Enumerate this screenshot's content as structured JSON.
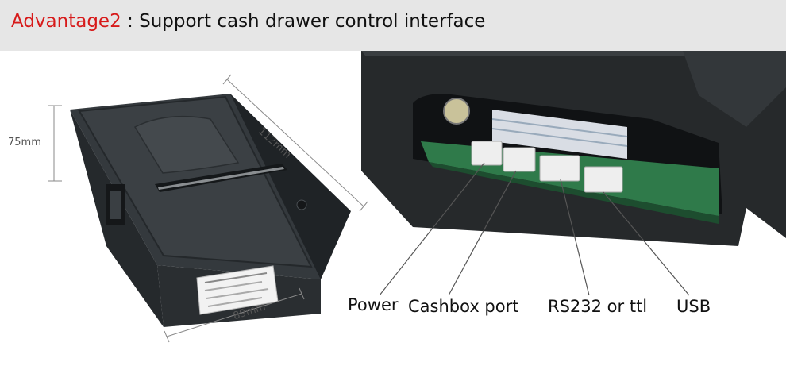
{
  "header": {
    "advantage_label": "Advantage2",
    "separator": ":",
    "title": "Support cash drawer control interface"
  },
  "dimensions": {
    "height": "75mm",
    "depth": "112mm",
    "width": "89mm"
  },
  "ports": {
    "power": "Power",
    "cashbox": "Cashbox port",
    "serial": "RS232 or ttl",
    "usb": "USB"
  },
  "colors": {
    "accent": "#d71a1a",
    "banner": "#e6e6e6",
    "printer_body": "#2f3336"
  }
}
